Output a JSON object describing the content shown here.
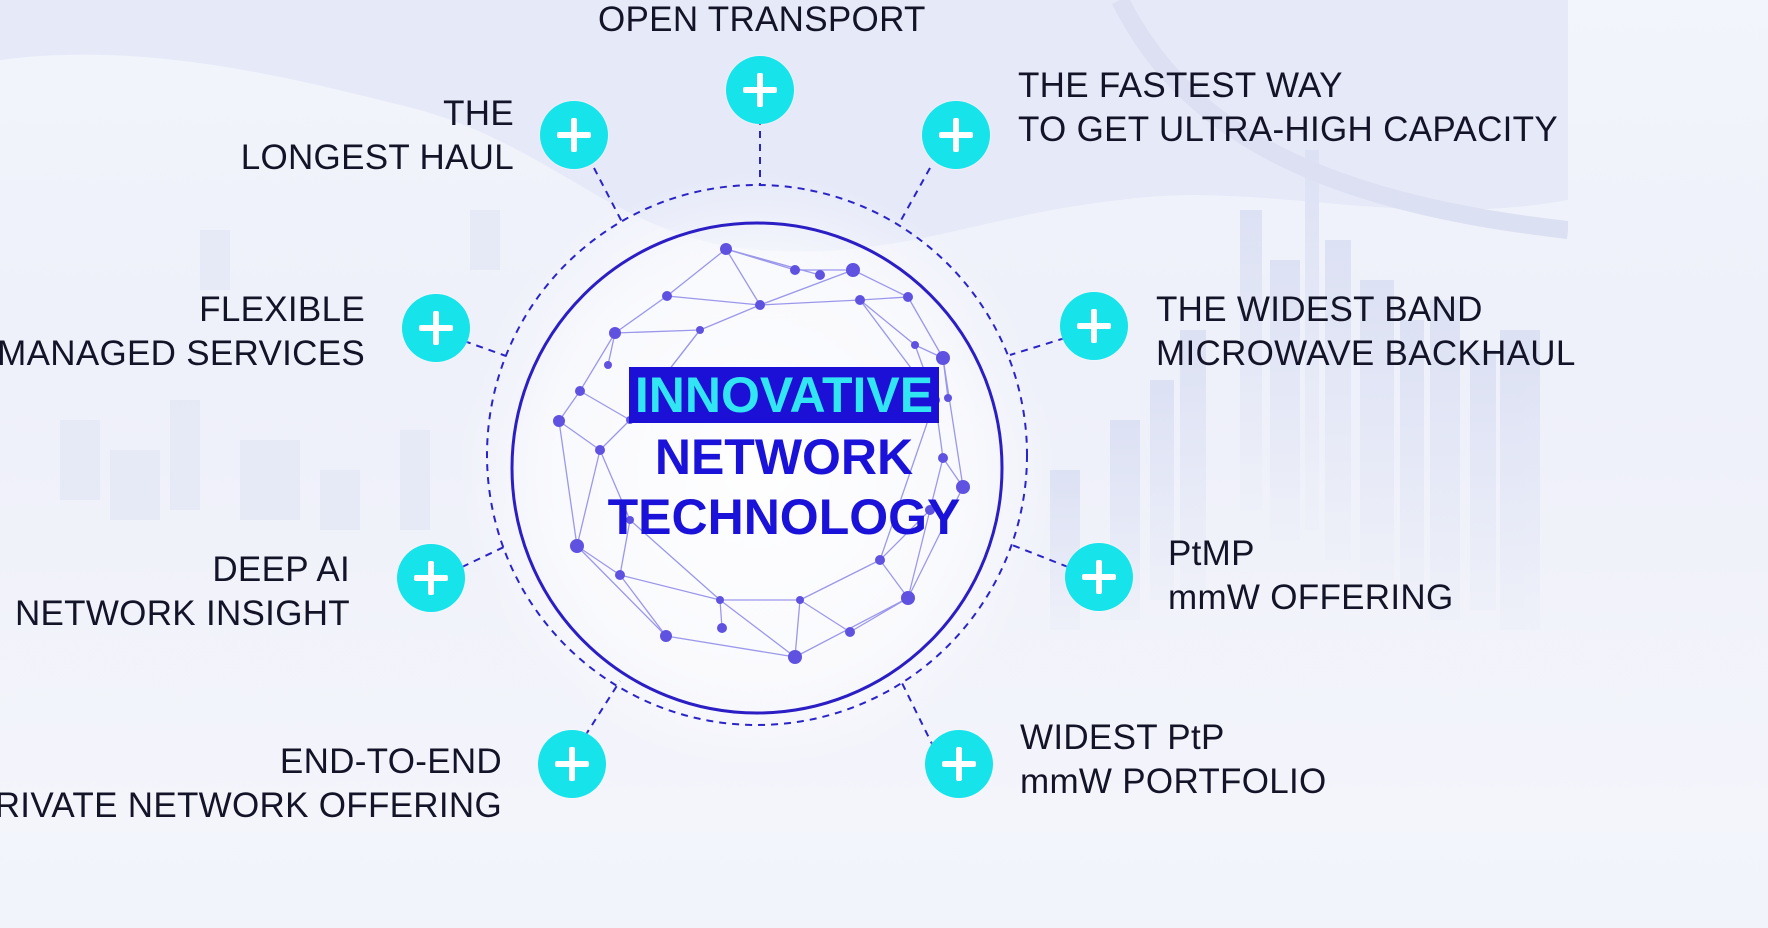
{
  "title": {
    "line1": "INNOVATIVE",
    "line2": "NETWORK",
    "line3": "TECHNOLOGY"
  },
  "colors": {
    "accent_blue": "#1c0fd6",
    "button_cyan": "#16e3ea",
    "highlight_text": "#31e6f2",
    "label_text": "#141428"
  },
  "features": [
    {
      "id": "open-transport",
      "lines": [
        "OPEN TRANSPORT"
      ],
      "icon": "plus-icon"
    },
    {
      "id": "fastest-way",
      "lines": [
        "THE FASTEST WAY",
        "TO GET ULTRA-HIGH CAPACITY"
      ],
      "icon": "plus-icon"
    },
    {
      "id": "widest-band",
      "lines": [
        "THE WIDEST BAND",
        "MICROWAVE BACKHAUL"
      ],
      "icon": "plus-icon"
    },
    {
      "id": "ptmp",
      "lines": [
        "PtMP",
        "mmW OFFERING"
      ],
      "icon": "plus-icon"
    },
    {
      "id": "widest-ptp",
      "lines": [
        "WIDEST PtP",
        "mmW PORTFOLIO"
      ],
      "icon": "plus-icon"
    },
    {
      "id": "end-to-end",
      "lines": [
        "END-TO-END",
        "PRIVATE NETWORK OFFERING"
      ],
      "icon": "plus-icon"
    },
    {
      "id": "deep-ai",
      "lines": [
        "DEEP AI",
        "NETWORK INSIGHT"
      ],
      "icon": "plus-icon"
    },
    {
      "id": "flexible",
      "lines": [
        "FLEXIBLE",
        "MANAGED SERVICES"
      ],
      "icon": "plus-icon"
    },
    {
      "id": "longest-haul",
      "lines": [
        "THE",
        "LONGEST HAUL"
      ],
      "icon": "plus-icon"
    }
  ]
}
